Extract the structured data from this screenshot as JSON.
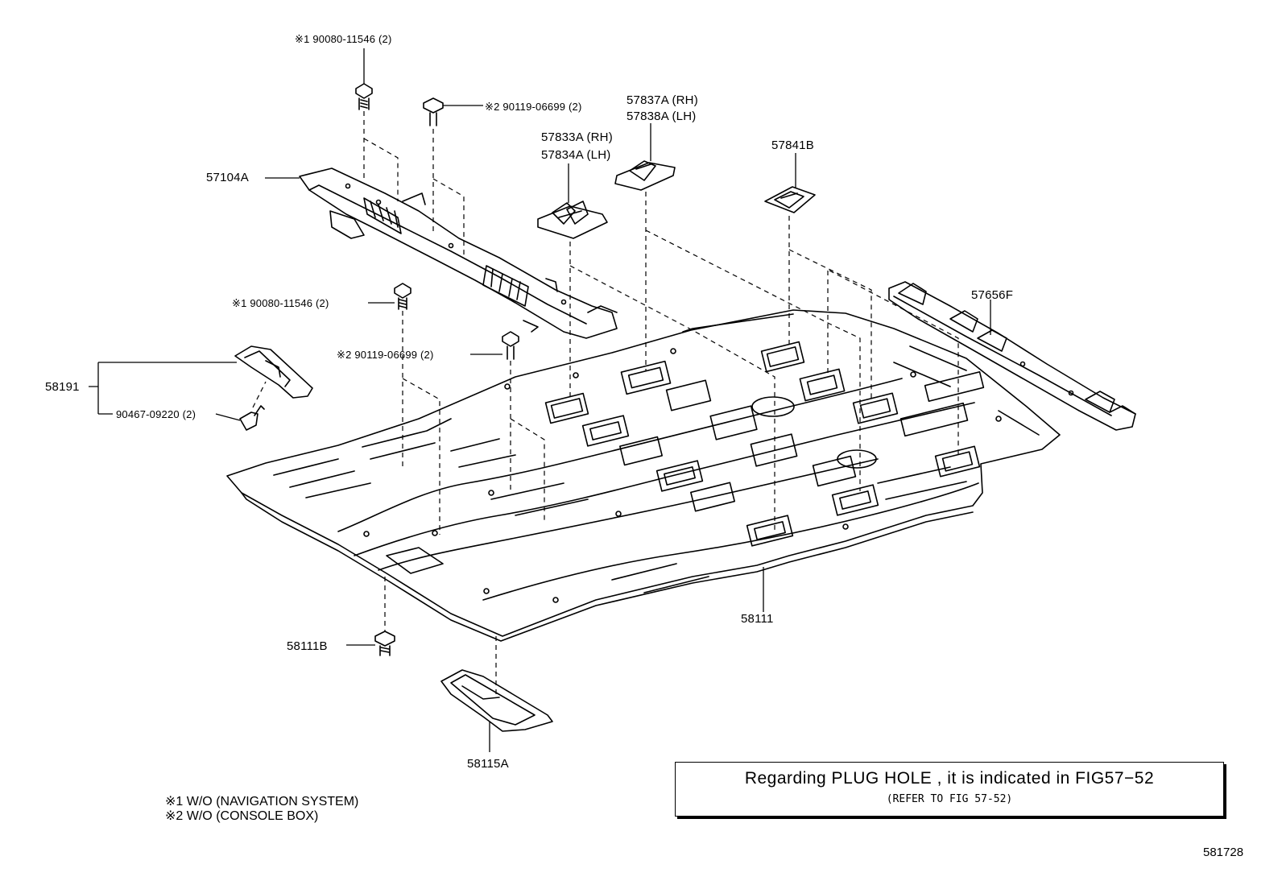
{
  "callouts": {
    "top_bolt_1": "※1 90080-11546 (2)",
    "top_bolt_2": "※2 90119-06699 (2)",
    "mid_bolt_1": "※1 90080-11546 (2)",
    "mid_bolt_2": "※2 90119-06699 (2)",
    "p57104A": "57104A",
    "p57833A": "57833A (RH)",
    "p57834A": "57834A (LH)",
    "p57837A": "57837A (RH)",
    "p57838A": "57838A (LH)",
    "p57841B": "57841B",
    "p57656F": "57656F",
    "p58191": "58191",
    "p90467": "90467-09220 (2)",
    "p58111": "58111",
    "p58111B": "58111B",
    "p58115A": "58115A"
  },
  "notes": {
    "note1": "※1 W/O (NAVIGATION SYSTEM)",
    "note2": "※2 W/O (CONSOLE BOX)"
  },
  "notebox": {
    "line1": "Regarding PLUG HOLE , it is indicated in FIG57−52",
    "line2": "(REFER TO FIG 57-52)"
  },
  "figure_number": "581728"
}
